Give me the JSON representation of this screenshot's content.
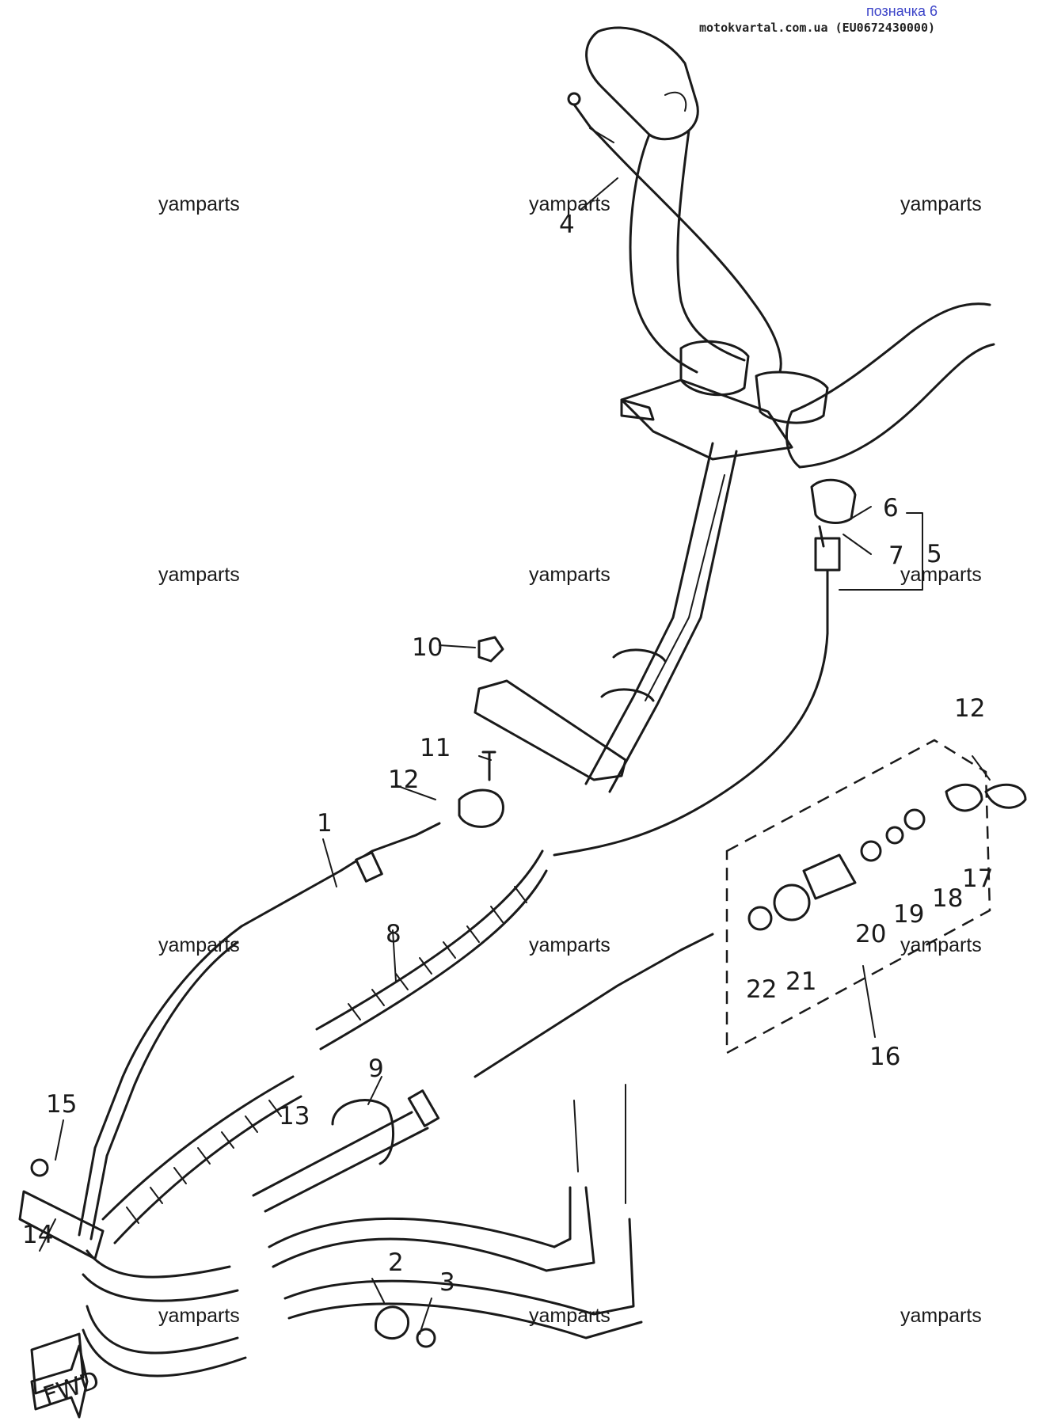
{
  "header": {
    "title": "позначка 6",
    "subtitle": "motokvartal.com.ua (EU0672430000)"
  },
  "watermark": "yamparts",
  "callouts": [
    "1",
    "2",
    "3",
    "4",
    "5",
    "6",
    "7",
    "8",
    "9",
    "10",
    "11",
    "12",
    "12",
    "13",
    "14",
    "15",
    "16",
    "17",
    "18",
    "19",
    "20",
    "21",
    "22"
  ],
  "direction_label": "FWD"
}
